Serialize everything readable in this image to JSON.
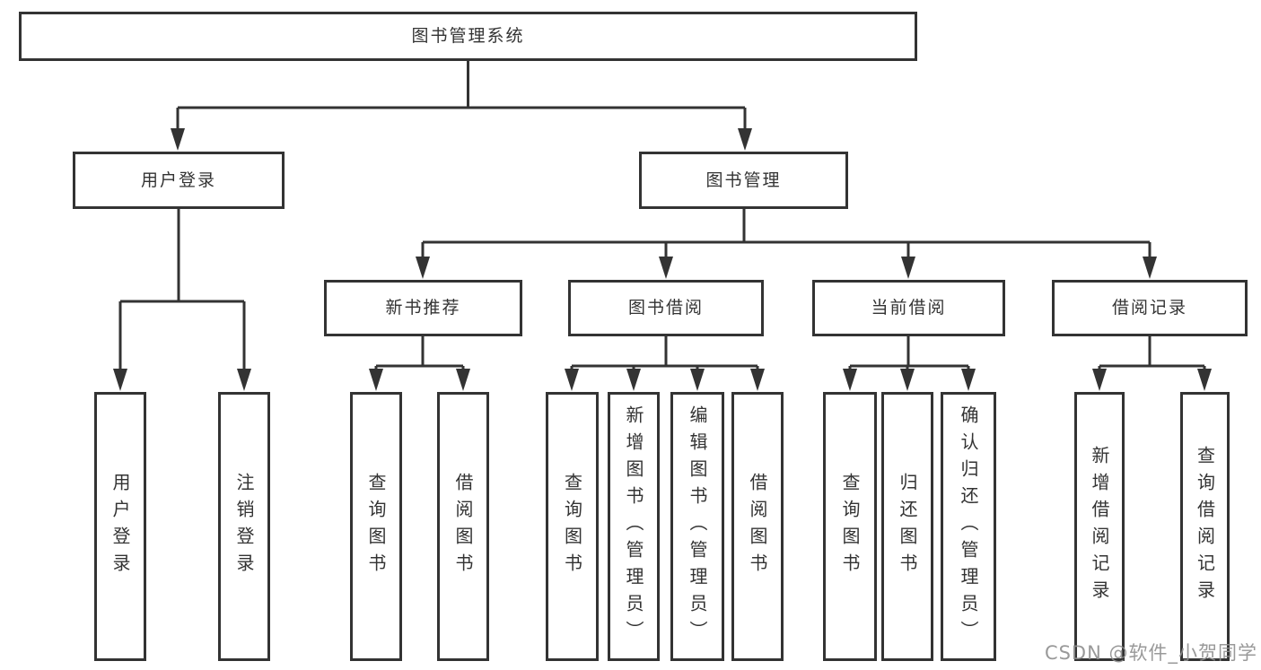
{
  "diagram": {
    "type": "hierarchy-tree",
    "nodes": {
      "root": "图书管理系统",
      "l2_user_login": "用户登录",
      "l2_book_mgmt": "图书管理",
      "l3_new_book": "新书推荐",
      "l3_book_borrow": "图书借阅",
      "l3_current_borrow": "当前借阅",
      "l3_borrow_record": "借阅记录",
      "leaf_user_login": "用户登录",
      "leaf_logout": "注销登录",
      "leaf_newbook_query": "查询图书",
      "leaf_newbook_borrow": "借阅图书",
      "leaf_borrow_query": "查询图书",
      "leaf_borrow_add": "新增图书（管理员）",
      "leaf_borrow_edit": "编辑图书（管理员）",
      "leaf_borrow_borrow": "借阅图书",
      "leaf_current_query": "查询图书",
      "leaf_current_return": "归还图书",
      "leaf_current_confirm": "确认归还（管理员）",
      "leaf_record_add": "新增借阅记录",
      "leaf_record_query": "查询借阅记录"
    },
    "edges": [
      [
        "root",
        "l2_user_login"
      ],
      [
        "root",
        "l2_book_mgmt"
      ],
      [
        "l2_user_login",
        "leaf_user_login"
      ],
      [
        "l2_user_login",
        "leaf_logout"
      ],
      [
        "l2_book_mgmt",
        "l3_new_book"
      ],
      [
        "l2_book_mgmt",
        "l3_book_borrow"
      ],
      [
        "l2_book_mgmt",
        "l3_current_borrow"
      ],
      [
        "l2_book_mgmt",
        "l3_borrow_record"
      ],
      [
        "l3_new_book",
        "leaf_newbook_query"
      ],
      [
        "l3_new_book",
        "leaf_newbook_borrow"
      ],
      [
        "l3_book_borrow",
        "leaf_borrow_query"
      ],
      [
        "l3_book_borrow",
        "leaf_borrow_add"
      ],
      [
        "l3_book_borrow",
        "leaf_borrow_edit"
      ],
      [
        "l3_book_borrow",
        "leaf_borrow_borrow"
      ],
      [
        "l3_current_borrow",
        "leaf_current_query"
      ],
      [
        "l3_current_borrow",
        "leaf_current_return"
      ],
      [
        "l3_current_borrow",
        "leaf_current_confirm"
      ],
      [
        "l3_borrow_record",
        "leaf_record_add"
      ],
      [
        "l3_borrow_record",
        "leaf_record_query"
      ]
    ],
    "colors": {
      "line": "#333333",
      "text": "#333333",
      "box_background": "#ffffff",
      "page_background": "#ffffff",
      "watermark": "#8f8f8f"
    }
  },
  "watermark": "CSDN @软件_小贺同学"
}
